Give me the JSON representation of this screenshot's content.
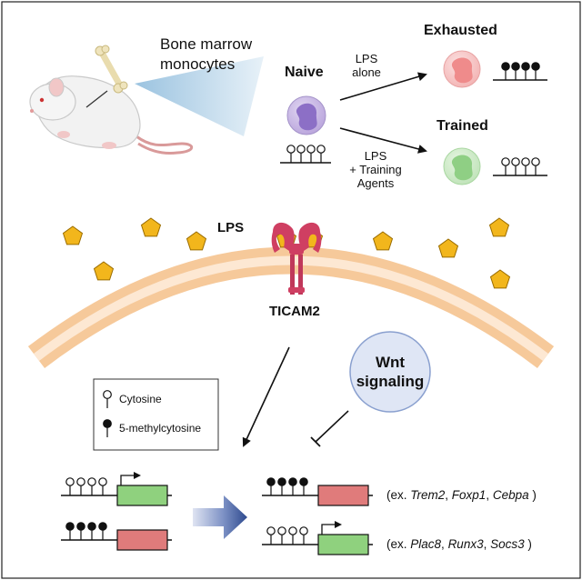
{
  "labels": {
    "bone_marrow_line1": "Bone marrow",
    "bone_marrow_line2": "monocytes",
    "naive": "Naive",
    "exhausted": "Exhausted",
    "trained": "Trained",
    "lps_alone_line1": "LPS",
    "lps_alone_line2": "alone",
    "lps_training_line1": "LPS",
    "lps_training_line2": "+ Training",
    "lps_training_line3": "Agents",
    "lps": "LPS",
    "ticam2": "TICAM2",
    "wnt_line1": "Wnt",
    "wnt_line2": "signaling"
  },
  "legend": {
    "cytosine": "Cytosine",
    "methylcytosine": "5-methylcytosine"
  },
  "gene_examples": {
    "row1": {
      "prefix": "(ex. ",
      "g1": "Trem2",
      "sep1": ", ",
      "g2": "Foxp1",
      "sep2": ", ",
      "g3": "Cebpa",
      "suffix": " )"
    },
    "row2": {
      "prefix": "(ex. ",
      "g1": "Plac8",
      "sep1": ", ",
      "g2": "Runx3",
      "sep2": ", ",
      "g3": "Socs3",
      "suffix": " )"
    }
  },
  "colors": {
    "membrane_outer": "#f6c99a",
    "membrane_inner": "#fde8d3",
    "lps_fill": "#f2b61c",
    "lps_stroke": "#9a6c00",
    "receptor": "#cf3f62",
    "naive_cell": "#b9a4dc",
    "exhausted_cell": "#f3a7a7",
    "trained_cell": "#b5dfb0",
    "wnt_fill": "#dfe6f5",
    "wnt_stroke": "#8aa0cf",
    "gene_green": "#8fd17e",
    "gene_red": "#e07b7b",
    "big_arrow": "#2e4a8f"
  },
  "icons": [
    "mouse-icon",
    "bone-icon",
    "monocyte-cell-icon",
    "lps-pentagon-icon",
    "tlr4-receptor-icon",
    "promoter-arrow-icon",
    "cpg-lollipop-icon",
    "inhibition-arrow-icon"
  ]
}
